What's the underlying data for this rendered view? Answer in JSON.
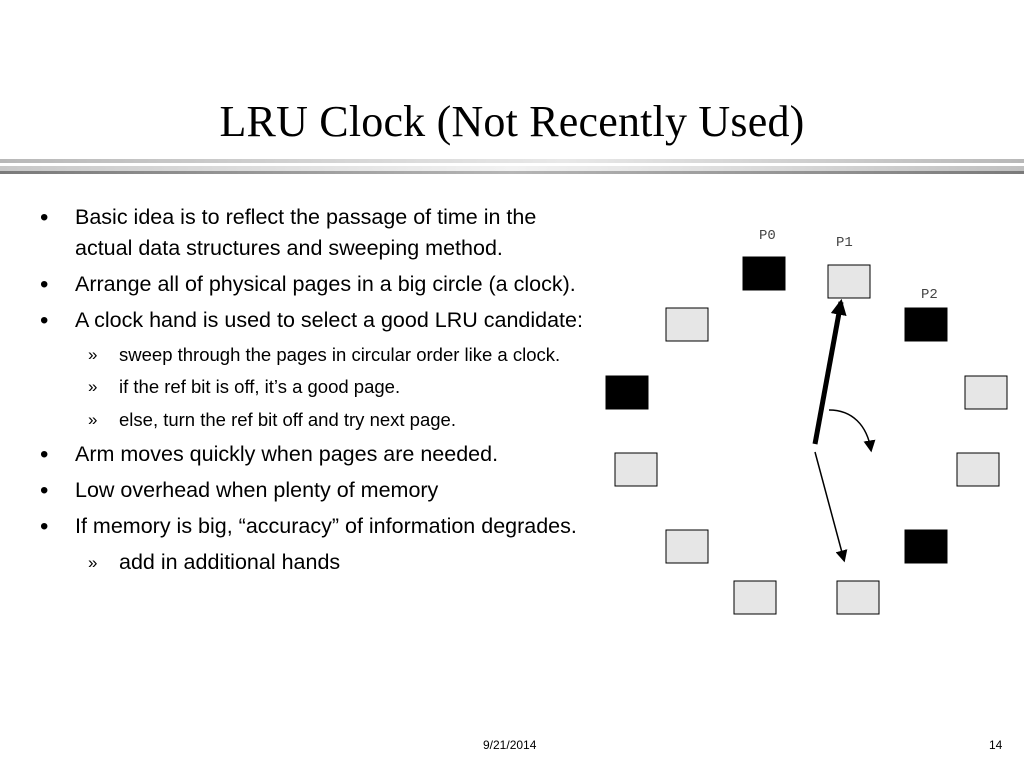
{
  "title": "LRU Clock (Not Recently Used)",
  "bullets": [
    {
      "level": 1,
      "text": "Basic idea is to reflect the passage of time in the actual data structures and sweeping method."
    },
    {
      "level": 1,
      "text": "Arrange all of physical pages in a big circle (a clock)."
    },
    {
      "level": 1,
      "text": "A clock hand is used to select a good LRU candidate:"
    },
    {
      "level": 2,
      "text": "sweep through the pages in circular order like a clock."
    },
    {
      "level": 2,
      "text": "if the ref bit is off, it’s a good page."
    },
    {
      "level": 2,
      "text": "else, turn the ref bit off and try next page."
    },
    {
      "level": 1,
      "text": "Arm moves quickly when pages are needed."
    },
    {
      "level": 1,
      "text": "Low overhead when plenty of memory"
    },
    {
      "level": 1,
      "text": "If memory is big, “accuracy” of information degrades."
    },
    {
      "level": 2,
      "text": "add in additional hands"
    }
  ],
  "bullet_marks": {
    "level1": "•",
    "level2": "»"
  },
  "diagram": {
    "labels": {
      "p0": "P0",
      "p1": "P1",
      "p2": "P2"
    },
    "pages": [
      {
        "id": "p0",
        "ref_bit": 1
      },
      {
        "id": "p1",
        "ref_bit": 0
      },
      {
        "id": "p2",
        "ref_bit": 1
      },
      {
        "id": "right-upper",
        "ref_bit": 0
      },
      {
        "id": "right-lower",
        "ref_bit": 0
      },
      {
        "id": "bottom-right",
        "ref_bit": 1
      },
      {
        "id": "bottom-center-right",
        "ref_bit": 0
      },
      {
        "id": "bottom-center-left",
        "ref_bit": 0
      },
      {
        "id": "bottom-left",
        "ref_bit": 0
      },
      {
        "id": "left-lower",
        "ref_bit": 0
      },
      {
        "id": "left-upper",
        "ref_bit": 1
      },
      {
        "id": "top-left",
        "ref_bit": 0
      }
    ],
    "colors": {
      "set": "#000000",
      "clear": "#e6e6e6",
      "stroke": "#000000"
    }
  },
  "footer": {
    "date": "9/21/2014",
    "page": "14"
  }
}
